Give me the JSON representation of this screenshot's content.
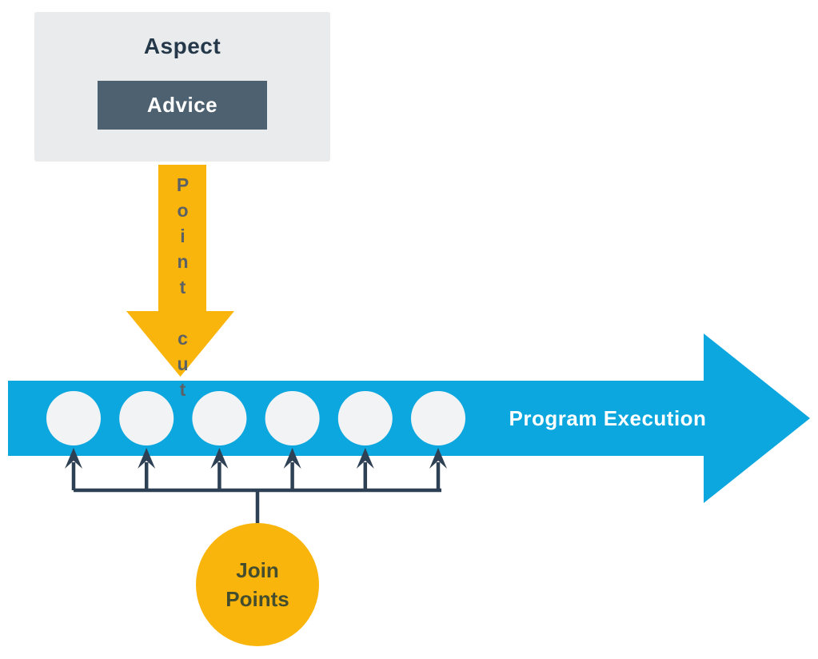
{
  "colors": {
    "yellow": "#f9b50b",
    "blue": "#0ba7de",
    "slate": "#4e6170",
    "box-bg": "#e9ebed",
    "navy": "#24384a",
    "line": "#2e4053",
    "pointcut-text": "#5c6166",
    "join-text": "#454d2f",
    "circle-white": "#f2f3f5"
  },
  "aspect": {
    "title": "Aspect",
    "advice_label": "Advice"
  },
  "pointcut": {
    "label": "Point cut"
  },
  "program": {
    "label": "Program Execution",
    "join_point_count": 6
  },
  "join_points": {
    "label": "Join Points"
  }
}
